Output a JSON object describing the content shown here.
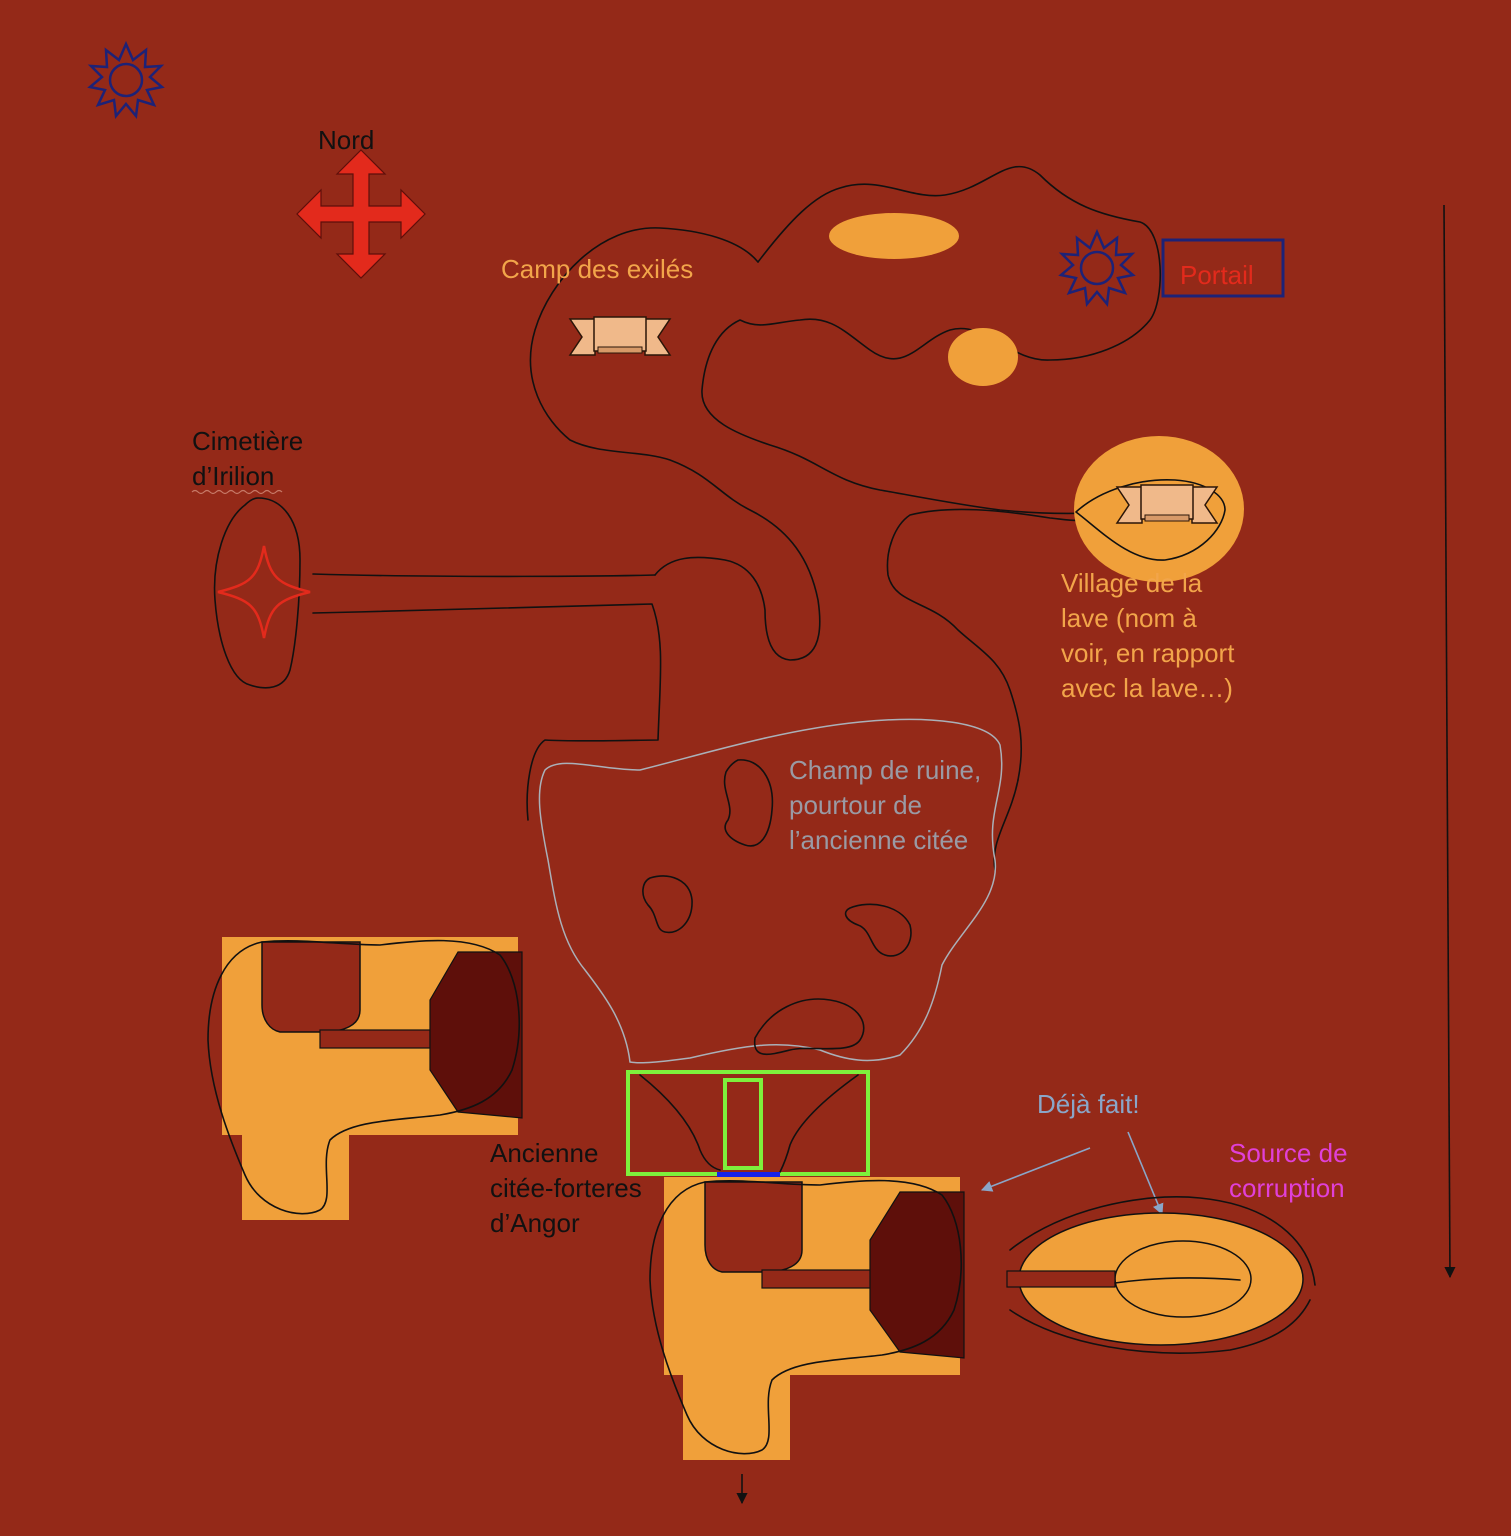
{
  "map": {
    "compass_label": "Nord",
    "labels": {
      "camp": "Camp des exilés",
      "portal": "Portail",
      "cemetery_line1": "Cimetière",
      "cemetery_line2": "d’Irilion",
      "village_line1": "Village de la",
      "village_line2": "lave (nom à",
      "village_line3": "voir, en rapport",
      "village_line4": "avec la lave…)",
      "ruins_line1": "Champ de ruine,",
      "ruins_line2": "pourtour de",
      "ruins_line3": "l’ancienne citée",
      "citadel_line1": "Ancienne",
      "citadel_line2": "citée-forteres",
      "citadel_line3": "d’Angor",
      "done": "Déjà fait!",
      "source_line1": "Source de",
      "source_line2": "corruption"
    },
    "icons": [
      "sun-icon",
      "compass-arrows-icon",
      "banner-icon",
      "star-icon",
      "arrow-down-icon"
    ],
    "colors": {
      "background": "#942918",
      "lava_orange": "#f0a03a",
      "dark_maroon": "#5e0f0a",
      "black_outline": "#111111",
      "red_label": "#e32a1c",
      "orange_label": "#f2a54a",
      "grey_label": "#9a9aa4",
      "pink_label": "#e040d8",
      "blue_label": "#8aa6c8",
      "navy": "#1d2277",
      "green_frame": "#7ef03c",
      "blue_gate": "#1722e8"
    }
  }
}
